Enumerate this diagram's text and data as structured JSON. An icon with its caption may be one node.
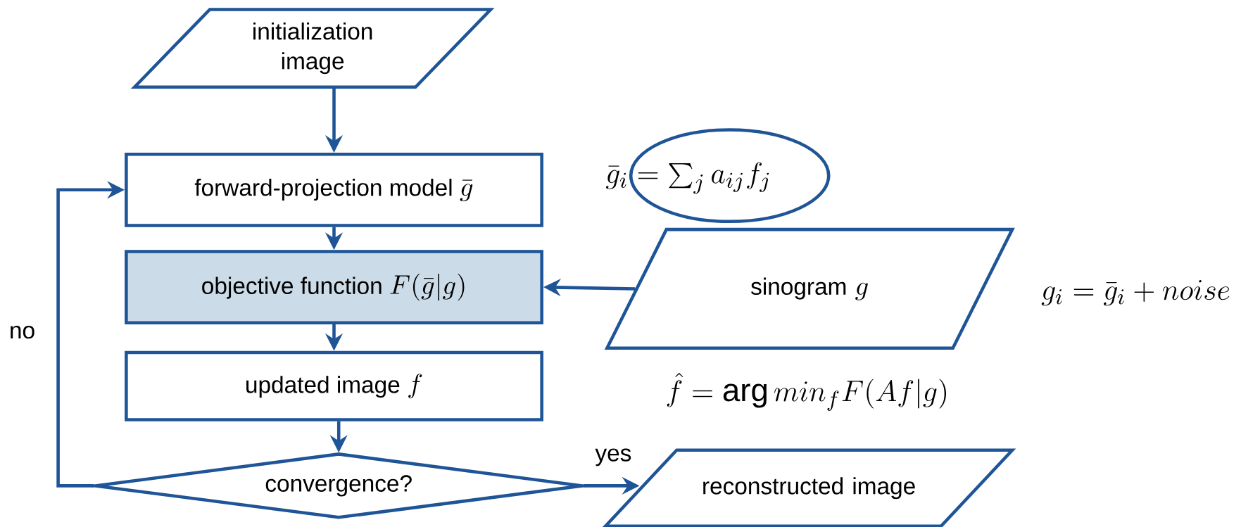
{
  "diagram": {
    "nodes": [
      {
        "text": [
          "initialization image"
        ]
      },
      {
        "text": [
          "forward-projection model",
          "\\bar{g}"
        ]
      },
      {
        "text": [
          "objective function",
          "F(\\bar{g}|g)"
        ]
      },
      {
        "text": [
          "sinogram",
          "g"
        ]
      },
      {
        "text": [
          "updated image",
          "f"
        ]
      },
      {
        "text": [
          "convergence?"
        ]
      },
      {
        "text": [
          "reconstructed image"
        ]
      }
    ],
    "edges": [
      {
        "from": 0,
        "to": 1,
        "arrow": "to"
      },
      {
        "from": 1,
        "to": 2,
        "arrow": "to"
      },
      {
        "from": 3,
        "to": 2,
        "arrow": "to"
      },
      {
        "from": 2,
        "to": 4,
        "arrow": "to"
      },
      {
        "from": 4,
        "to": 5,
        "arrow": "to"
      },
      {
        "from": 5,
        "to": 6,
        "arrow": "to",
        "label": "yes"
      },
      {
        "from": 5,
        "to": 1,
        "arrow": "to",
        "label": "no"
      }
    ],
    "labels": [
      "\\bar{g}_i = \\sum_j a_{ij} f_j",
      "g_i = \\bar{g}_i + noise",
      "\\hat{f} = \\arg min_f F(Af|g)"
    ]
  }
}
